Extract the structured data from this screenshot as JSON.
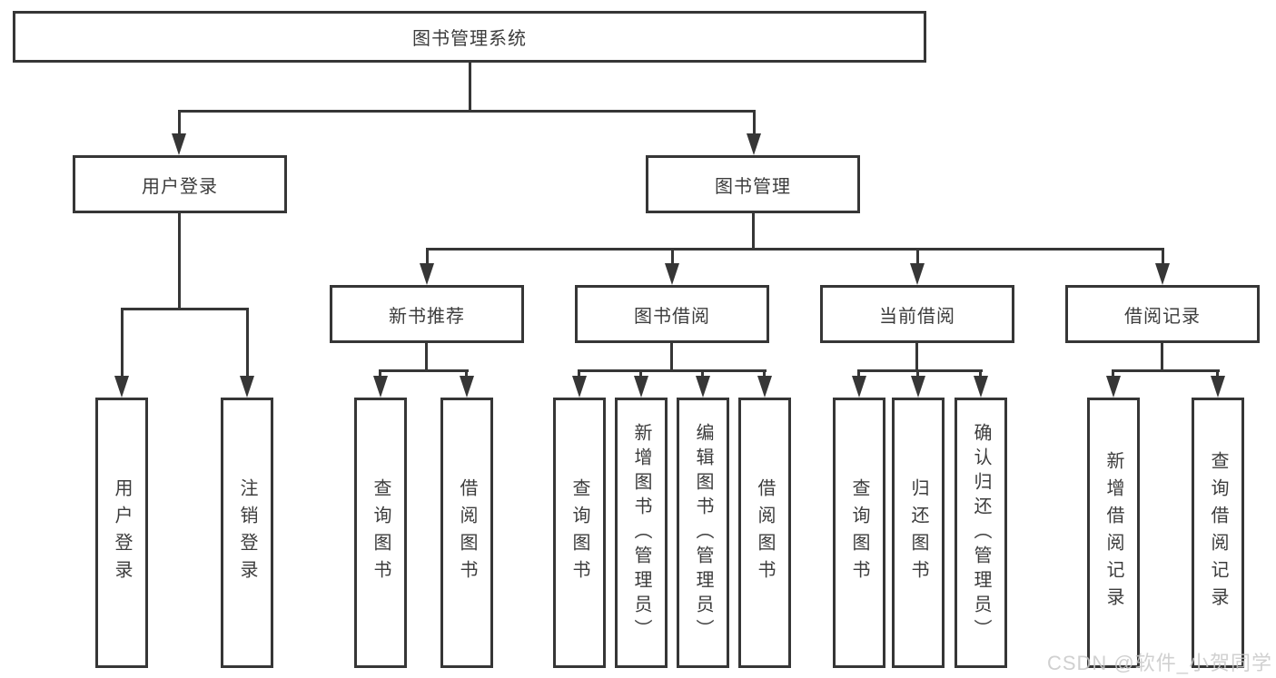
{
  "colors": {
    "line": "#363636",
    "text": "#3c3c3c",
    "background": "#ffffff",
    "watermark": "rgba(200,200,200,0.85)"
  },
  "diagram": {
    "root": {
      "label": "图书管理系统"
    },
    "level2": [
      {
        "label": "用户登录"
      },
      {
        "label": "图书管理"
      }
    ],
    "level3": [
      {
        "parent": "图书管理",
        "label": "新书推荐"
      },
      {
        "parent": "图书管理",
        "label": "图书借阅"
      },
      {
        "parent": "图书管理",
        "label": "当前借阅"
      },
      {
        "parent": "图书管理",
        "label": "借阅记录"
      }
    ],
    "level4": [
      {
        "parent": "用户登录",
        "label": "用户登录"
      },
      {
        "parent": "用户登录",
        "label": "注销登录"
      },
      {
        "parent": "新书推荐",
        "label": "查询图书"
      },
      {
        "parent": "新书推荐",
        "label": "借阅图书"
      },
      {
        "parent": "图书借阅",
        "label": "查询图书"
      },
      {
        "parent": "图书借阅",
        "label": "新增图书（管理员）"
      },
      {
        "parent": "图书借阅",
        "label": "编辑图书（管理员）"
      },
      {
        "parent": "图书借阅",
        "label": "借阅图书"
      },
      {
        "parent": "当前借阅",
        "label": "查询图书"
      },
      {
        "parent": "当前借阅",
        "label": "归还图书"
      },
      {
        "parent": "当前借阅",
        "label": "确认归还（管理员）"
      },
      {
        "parent": "借阅记录",
        "label": "新增借阅记录"
      },
      {
        "parent": "借阅记录",
        "label": "查询借阅记录"
      }
    ]
  },
  "watermark": {
    "text": "CSDN @软件_小贺同学"
  }
}
